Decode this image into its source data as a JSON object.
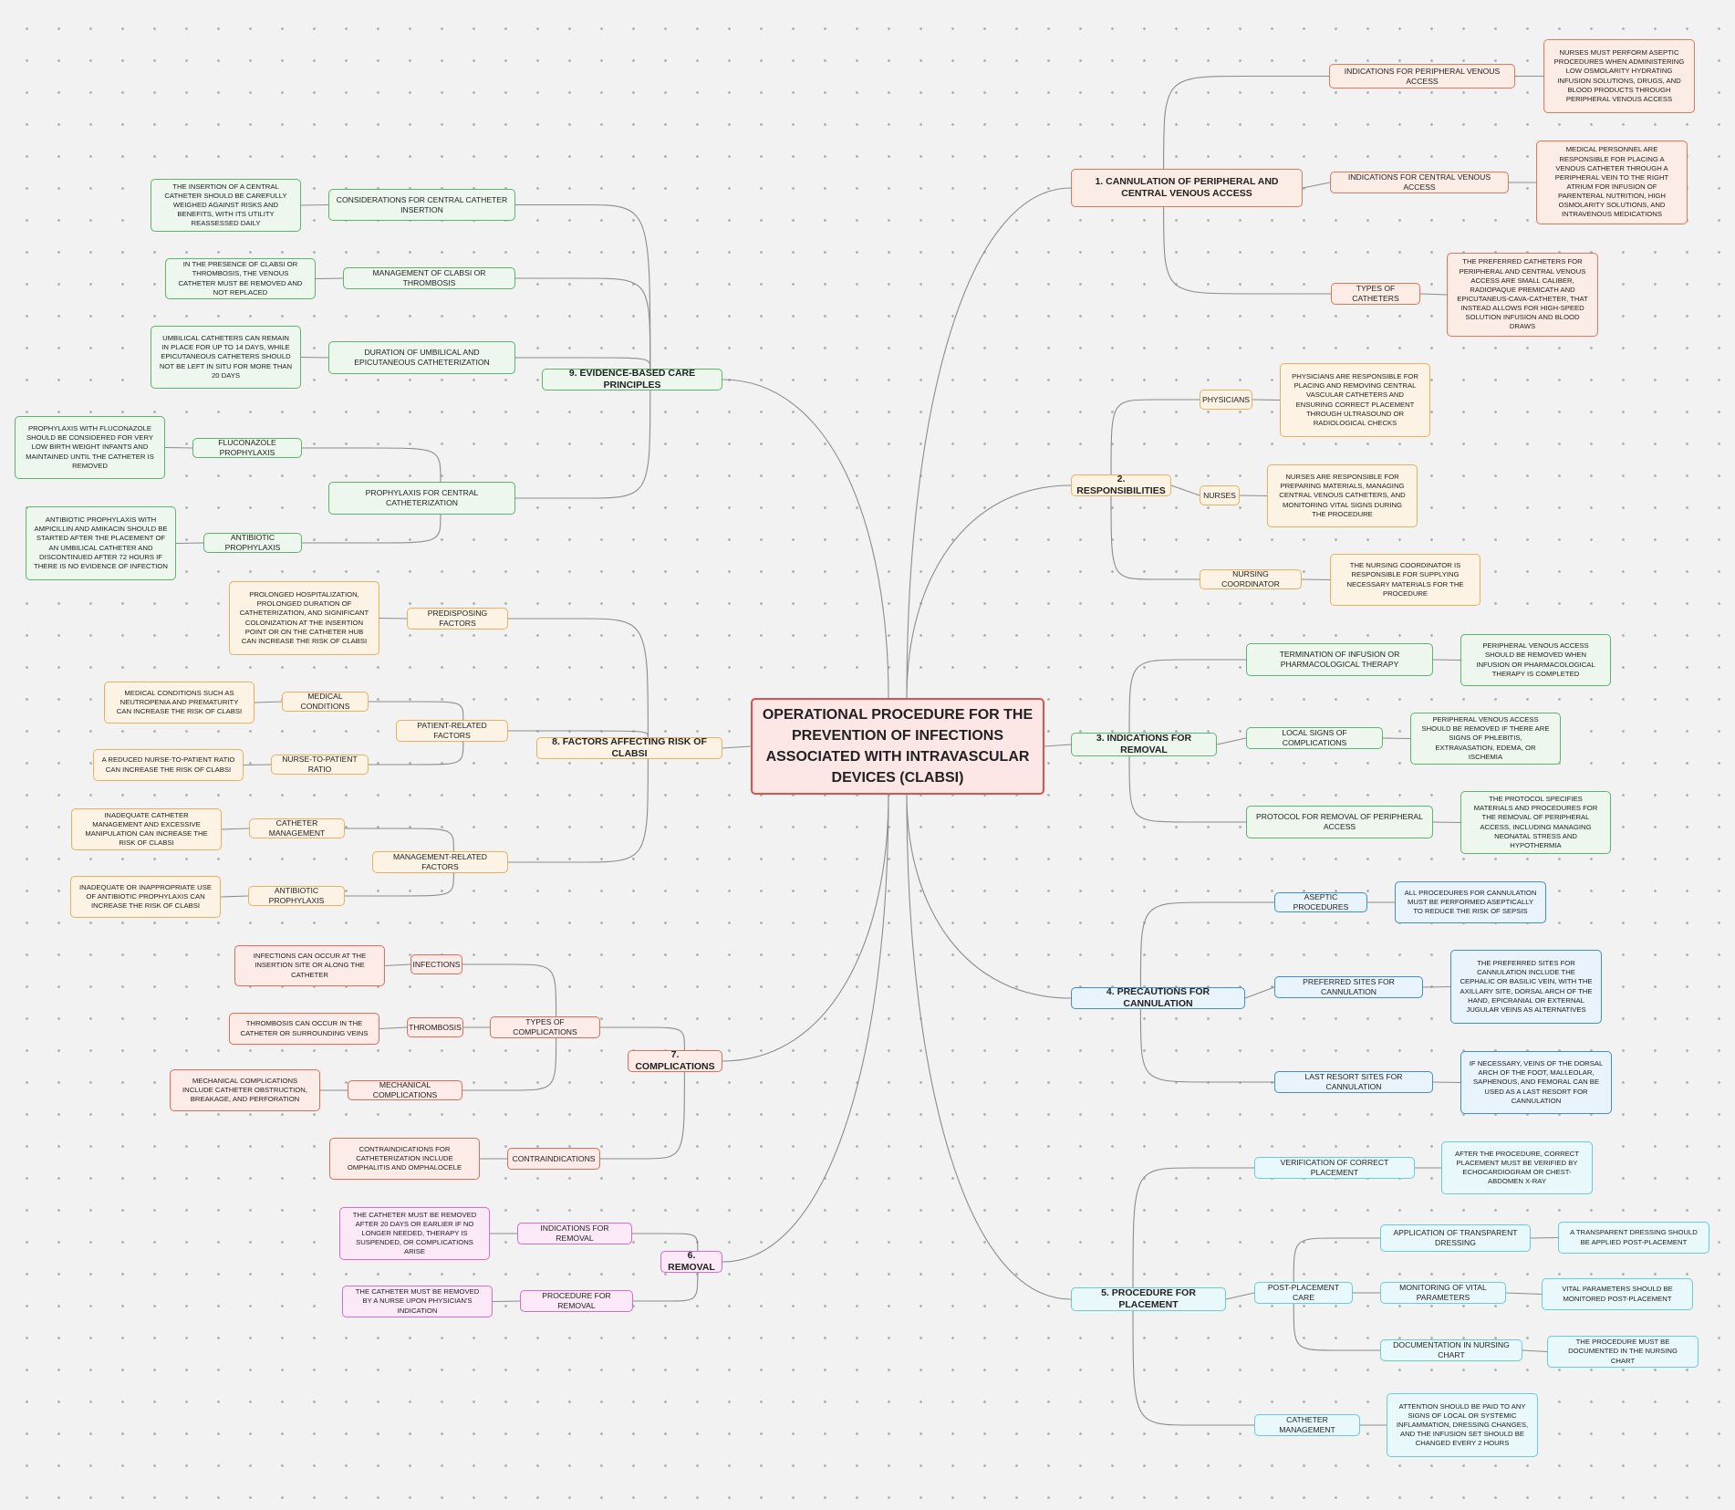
{
  "diagram": {
    "type": "mind-map",
    "colors": {
      "connector": "#8c8c8c",
      "root": "#d9534f",
      "branch_1": "#e0765a",
      "branch_2": "#eab061",
      "branch_3": "#5cb56b",
      "branch_4": "#3f8fc8",
      "branch_5": "#68cbd8",
      "branch_6": "#d66cc8",
      "branch_7": "#db6d5a",
      "branch_8": "#eab061",
      "branch_9": "#5cb56b"
    },
    "root": {
      "label": "OPERATIONAL PROCEDURE FOR THE PREVENTION OF INFECTIONS ASSOCIATED WITH INTRAVASCULAR DEVICES (CLABSI)"
    },
    "branches": {
      "b1": {
        "label": "1. CANNULATION OF PERIPHERAL AND CENTRAL VENOUS ACCESS",
        "peripheral_label": "INDICATIONS FOR PERIPHERAL VENOUS ACCESS",
        "peripheral_text": "NURSES MUST PERFORM ASEPTIC PROCEDURES WHEN ADMINISTERING LOW OSMOLARITY HYDRATING INFUSION SOLUTIONS, DRUGS, AND BLOOD PRODUCTS THROUGH PERIPHERAL VENOUS ACCESS",
        "central_label": "INDICATIONS FOR CENTRAL VENOUS ACCESS",
        "central_text": "MEDICAL PERSONNEL ARE RESPONSIBLE FOR PLACING A VENOUS CATHETER THROUGH A PERIPHERAL VEIN TO THE RIGHT ATRIUM FOR INFUSION OF PARENTERAL NUTRITION, HIGH OSMOLARITY SOLUTIONS, AND INTRAVENOUS MEDICATIONS",
        "types_label": "TYPES OF CATHETERS",
        "types_text": "THE PREFERRED CATHETERS FOR PERIPHERAL AND CENTRAL VENOUS ACCESS ARE SMALL CALIBER, RADIOPAQUE PREMICATH AND EPICUTANEUS-CAVA-CATHETER, THAT INSTEAD ALLOWS FOR HIGH-SPEED SOLUTION INFUSION AND BLOOD DRAWS"
      },
      "b2": {
        "label": "2. RESPONSIBILITIES",
        "physicians_label": "PHYSICIANS",
        "physicians_text": "PHYSICIANS ARE RESPONSIBLE FOR PLACING AND REMOVING CENTRAL VASCULAR CATHETERS AND ENSURING CORRECT PLACEMENT THROUGH ULTRASOUND OR RADIOLOGICAL CHECKS",
        "nurses_label": "NURSES",
        "nurses_text": "NURSES ARE RESPONSIBLE FOR PREPARING MATERIALS, MANAGING CENTRAL VENOUS CATHETERS, AND MONITORING VITAL SIGNS DURING THE PROCEDURE",
        "coordinator_label": "NURSING COORDINATOR",
        "coordinator_text": "THE NURSING COORDINATOR IS RESPONSIBLE FOR SUPPLYING NECESSARY MATERIALS FOR THE PROCEDURE"
      },
      "b3": {
        "label": "3. INDICATIONS FOR REMOVAL",
        "termination_label": "TERMINATION OF INFUSION OR PHARMACOLOGICAL THERAPY",
        "termination_text": "PERIPHERAL VENOUS ACCESS SHOULD BE REMOVED WHEN INFUSION OR PHARMACOLOGICAL THERAPY IS COMPLETED",
        "local_label": "LOCAL SIGNS OF COMPLICATIONS",
        "local_text": "PERIPHERAL VENOUS ACCESS SHOULD BE REMOVED IF THERE ARE SIGNS OF PHLEBITIS, EXTRAVASATION, EDEMA, OR ISCHEMIA",
        "protocol_label": "PROTOCOL FOR REMOVAL OF PERIPHERAL ACCESS",
        "protocol_text": "THE PROTOCOL SPECIFIES MATERIALS AND PROCEDURES FOR THE REMOVAL OF PERIPHERAL ACCESS, INCLUDING MANAGING NEONATAL STRESS AND HYPOTHERMIA"
      },
      "b4": {
        "label": "4. PRECAUTIONS FOR CANNULATION",
        "aseptic_label": "ASEPTIC PROCEDURES",
        "aseptic_text": "ALL PROCEDURES FOR CANNULATION MUST BE PERFORMED ASEPTICALLY TO REDUCE THE RISK OF SEPSIS",
        "preferred_label": "PREFERRED SITES FOR CANNULATION",
        "preferred_text": "THE PREFERRED SITES FOR CANNULATION INCLUDE THE CEPHALIC OR BASILIC VEIN, WITH THE AXILLARY SITE, DORSAL ARCH OF THE HAND, EPICRANIAL OR EXTERNAL JUGULAR VEINS AS ALTERNATIVES",
        "last_label": "LAST RESORT SITES FOR CANNULATION",
        "last_text": "IF NECESSARY, VEINS OF THE DORSAL ARCH OF THE FOOT, MALLEOLAR, SAPHENOUS, AND FEMORAL CAN BE USED AS A LAST RESORT FOR CANNULATION"
      },
      "b5": {
        "label": "5. PROCEDURE FOR PLACEMENT",
        "verification_label": "VERIFICATION OF CORRECT PLACEMENT",
        "verification_text": "AFTER THE PROCEDURE, CORRECT PLACEMENT MUST BE VERIFIED BY ECHOCARDIOGRAM OR CHEST-ABDOMEN X-RAY",
        "post_label": "POST-PLACEMENT CARE",
        "dressing_label": "APPLICATION OF TRANSPARENT DRESSING",
        "dressing_text": "A TRANSPARENT DRESSING SHOULD BE APPLIED POST-PLACEMENT",
        "vital_label": "MONITORING OF VITAL PARAMETERS",
        "vital_text": "VITAL PARAMETERS SHOULD BE MONITORED POST-PLACEMENT",
        "documentation_label": "DOCUMENTATION IN NURSING CHART",
        "documentation_text": "THE PROCEDURE MUST BE DOCUMENTED IN THE NURSING CHART",
        "catheter_label": "CATHETER MANAGEMENT",
        "catheter_text": "ATTENTION SHOULD BE PAID TO ANY SIGNS OF LOCAL OR SYSTEMIC INFLAMMATION, DRESSING CHANGES, AND THE INFUSION SET SHOULD BE CHANGED EVERY 2 HOURS"
      },
      "b6": {
        "label": "6. REMOVAL",
        "indications_label": "INDICATIONS FOR REMOVAL",
        "indications_text": "THE CATHETER MUST BE REMOVED AFTER 20 DAYS OR EARLIER IF NO LONGER NEEDED, THERAPY IS SUSPENDED, OR COMPLICATIONS ARISE",
        "procedure_label": "PROCEDURE FOR REMOVAL",
        "procedure_text": "THE CATHETER MUST BE REMOVED BY A NURSE UPON PHYSICIAN'S INDICATION"
      },
      "b7": {
        "label": "7. COMPLICATIONS",
        "types_label": "TYPES OF COMPLICATIONS",
        "infections_label": "INFECTIONS",
        "infections_text": "INFECTIONS CAN OCCUR AT THE INSERTION SITE OR ALONG THE CATHETER",
        "thrombosis_label": "THROMBOSIS",
        "thrombosis_text": "THROMBOSIS CAN OCCUR IN THE CATHETER OR SURROUNDING VEINS",
        "mechanical_label": "MECHANICAL COMPLICATIONS",
        "mechanical_text": "MECHANICAL COMPLICATIONS INCLUDE CATHETER OBSTRUCTION, BREAKAGE, AND PERFORATION",
        "contra_label": "CONTRAINDICATIONS",
        "contra_text": "CONTRAINDICATIONS FOR CATHETERIZATION INCLUDE OMPHALITIS AND OMPHALOCELE"
      },
      "b8": {
        "label": "8. FACTORS AFFECTING RISK OF CLABSI",
        "predisposing_label": "PREDISPOSING FACTORS",
        "predisposing_text": "PROLONGED HOSPITALIZATION, PROLONGED DURATION OF CATHETERIZATION, AND SIGNIFICANT COLONIZATION AT THE INSERTION POINT OR ON THE CATHETER HUB CAN INCREASE THE RISK OF CLABSI",
        "patient_label": "PATIENT-RELATED FACTORS",
        "medical_label": "MEDICAL CONDITIONS",
        "medical_text": "MEDICAL CONDITIONS SUCH AS NEUTROPENIA AND PREMATURITY CAN INCREASE THE RISK OF CLABSI",
        "ratio_label": "NURSE-TO-PATIENT RATIO",
        "ratio_text": "A REDUCED NURSE-TO-PATIENT RATIO CAN INCREASE THE RISK OF CLABSI",
        "management_label": "MANAGEMENT-RELATED FACTORS",
        "catheter_label": "CATHETER MANAGEMENT",
        "catheter_text": "INADEQUATE CATHETER MANAGEMENT AND EXCESSIVE MANIPULATION CAN INCREASE THE RISK OF CLABSI",
        "antibiotic_label": "ANTIBIOTIC PROPHYLAXIS",
        "antibiotic_text": "INADEQUATE OR INAPPROPRIATE USE OF ANTIBIOTIC PROPHYLAXIS CAN INCREASE THE RISK OF CLABSI"
      },
      "b9": {
        "label": "9. EVIDENCE-BASED CARE PRINCIPLES",
        "considerations_label": "CONSIDERATIONS FOR CENTRAL CATHETER INSERTION",
        "considerations_text": "THE INSERTION OF A CENTRAL CATHETER SHOULD BE CAREFULLY WEIGHED AGAINST RISKS AND BENEFITS, WITH ITS UTILITY REASSESSED DAILY",
        "management_label": "MANAGEMENT OF CLABSI OR THROMBOSIS",
        "management_text": "IN THE PRESENCE OF CLABSI OR THROMBOSIS, THE VENOUS CATHETER MUST BE REMOVED AND NOT REPLACED",
        "duration_label": "DURATION OF UMBILICAL AND EPICUTANEOUS CATHETERIZATION",
        "duration_text": "UMBILICAL CATHETERS CAN REMAIN IN PLACE FOR UP TO 14 DAYS, WHILE EPICUTANEOUS CATHETERS SHOULD NOT BE LEFT IN SITU FOR MORE THAN 20 DAYS",
        "prophylaxis_label": "PROPHYLAXIS FOR CENTRAL CATHETERIZATION",
        "fluconazole_label": "FLUCONAZOLE PROPHYLAXIS",
        "fluconazole_text": "PROPHYLAXIS WITH FLUCONAZOLE SHOULD BE CONSIDERED FOR VERY LOW BIRTH WEIGHT INFANTS AND MAINTAINED UNTIL THE CATHETER IS REMOVED",
        "antibiotic_label": "ANTIBIOTIC PROPHYLAXIS",
        "antibiotic_text": "ANTIBIOTIC PROPHYLAXIS WITH AMPICILLIN AND AMIKACIN SHOULD BE STARTED AFTER THE PLACEMENT OF AN UMBILICAL CATHETER AND DISCONTINUED AFTER 72 HOURS IF THERE IS NO EVIDENCE OF INFECTION"
      }
    }
  }
}
